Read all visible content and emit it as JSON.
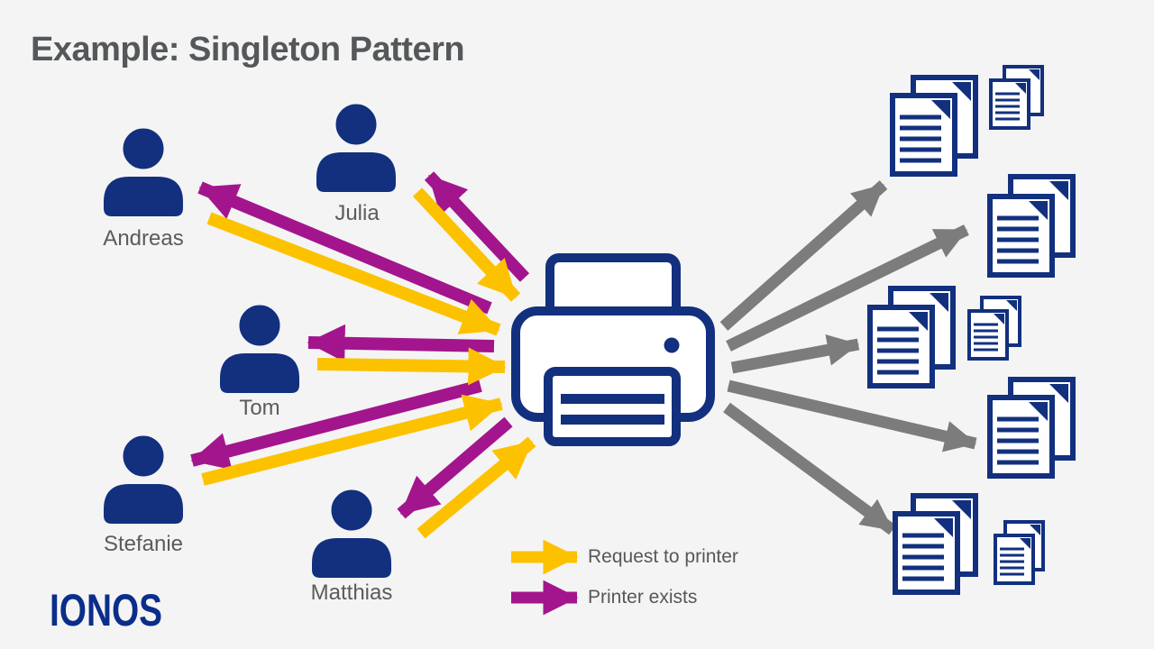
{
  "title": "Example: Singleton Pattern",
  "brand": {
    "logo_text": "IONOS",
    "logo_color": "#0b2e8a"
  },
  "people": [
    {
      "name": "Andreas"
    },
    {
      "name": "Julia"
    },
    {
      "name": "Tom"
    },
    {
      "name": "Stefanie"
    },
    {
      "name": "Matthias"
    }
  ],
  "printer": {
    "description": "single shared printer instance"
  },
  "legend": {
    "items": [
      {
        "label": "Request to printer",
        "color": "#fcc200"
      },
      {
        "label": "Printer exists",
        "color": "#a3158d"
      }
    ]
  },
  "connections": {
    "requests_to_printer": [
      "Andreas",
      "Julia",
      "Tom",
      "Stefanie",
      "Matthias"
    ],
    "printer_exists_replies": [
      "Andreas",
      "Julia",
      "Tom",
      "Stefanie",
      "Matthias"
    ],
    "printer_output_arrows": 5
  },
  "document_stacks": [
    {
      "position": "top",
      "large_stack": true,
      "small_stack": true
    },
    {
      "position": "upper-right",
      "large_stack": true,
      "small_stack": false
    },
    {
      "position": "middle",
      "large_stack": true,
      "small_stack": true
    },
    {
      "position": "lower-right",
      "large_stack": true,
      "small_stack": false
    },
    {
      "position": "bottom",
      "large_stack": true,
      "small_stack": true
    }
  ],
  "colors": {
    "background": "#f4f4f4",
    "navy": "#12307e",
    "request_arrow": "#fcc200",
    "exists_arrow": "#a3158d",
    "output_arrow": "#7c7c7c",
    "title_text": "#55585a",
    "label_text": "#5b5b5d"
  }
}
